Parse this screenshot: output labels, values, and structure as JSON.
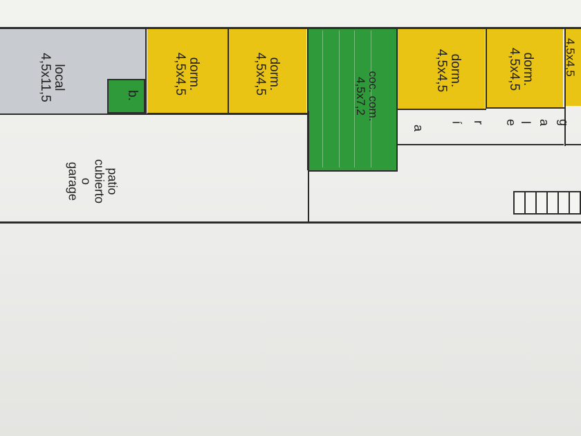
{
  "plan": {
    "rooms": [
      {
        "id": "local",
        "name": "local",
        "size": "4,5x11,5",
        "fill": "#c8cbcf"
      },
      {
        "id": "dorm-1",
        "name": "dorm.",
        "size": "4,5x4,5",
        "fill": "#e9c414"
      },
      {
        "id": "dorm-2",
        "name": "dorm.",
        "size": "4,5x4,5",
        "fill": "#e9c414"
      },
      {
        "id": "kitchen",
        "name": "coc. com.",
        "size": "4,5x7,2",
        "fill": "#2f9a3a"
      },
      {
        "id": "dorm-3",
        "name": "dorm.",
        "size": "4,5x4,5",
        "fill": "#e9c414"
      },
      {
        "id": "dorm-4",
        "name": "dorm.",
        "size": "4,5x4,5",
        "fill": "#e9c414"
      },
      {
        "id": "dorm-5",
        "name": "4,5x4,5",
        "size": "",
        "fill": "#e9c414"
      },
      {
        "id": "bath",
        "name": "b.",
        "size": "",
        "fill": "#2f9a3a"
      }
    ],
    "patio": {
      "line1": "patio",
      "line2": "cubierto",
      "line3": "o",
      "line4": "garage"
    },
    "galeria": [
      "g",
      "a",
      "l",
      "e",
      "r",
      "í",
      "a"
    ]
  }
}
